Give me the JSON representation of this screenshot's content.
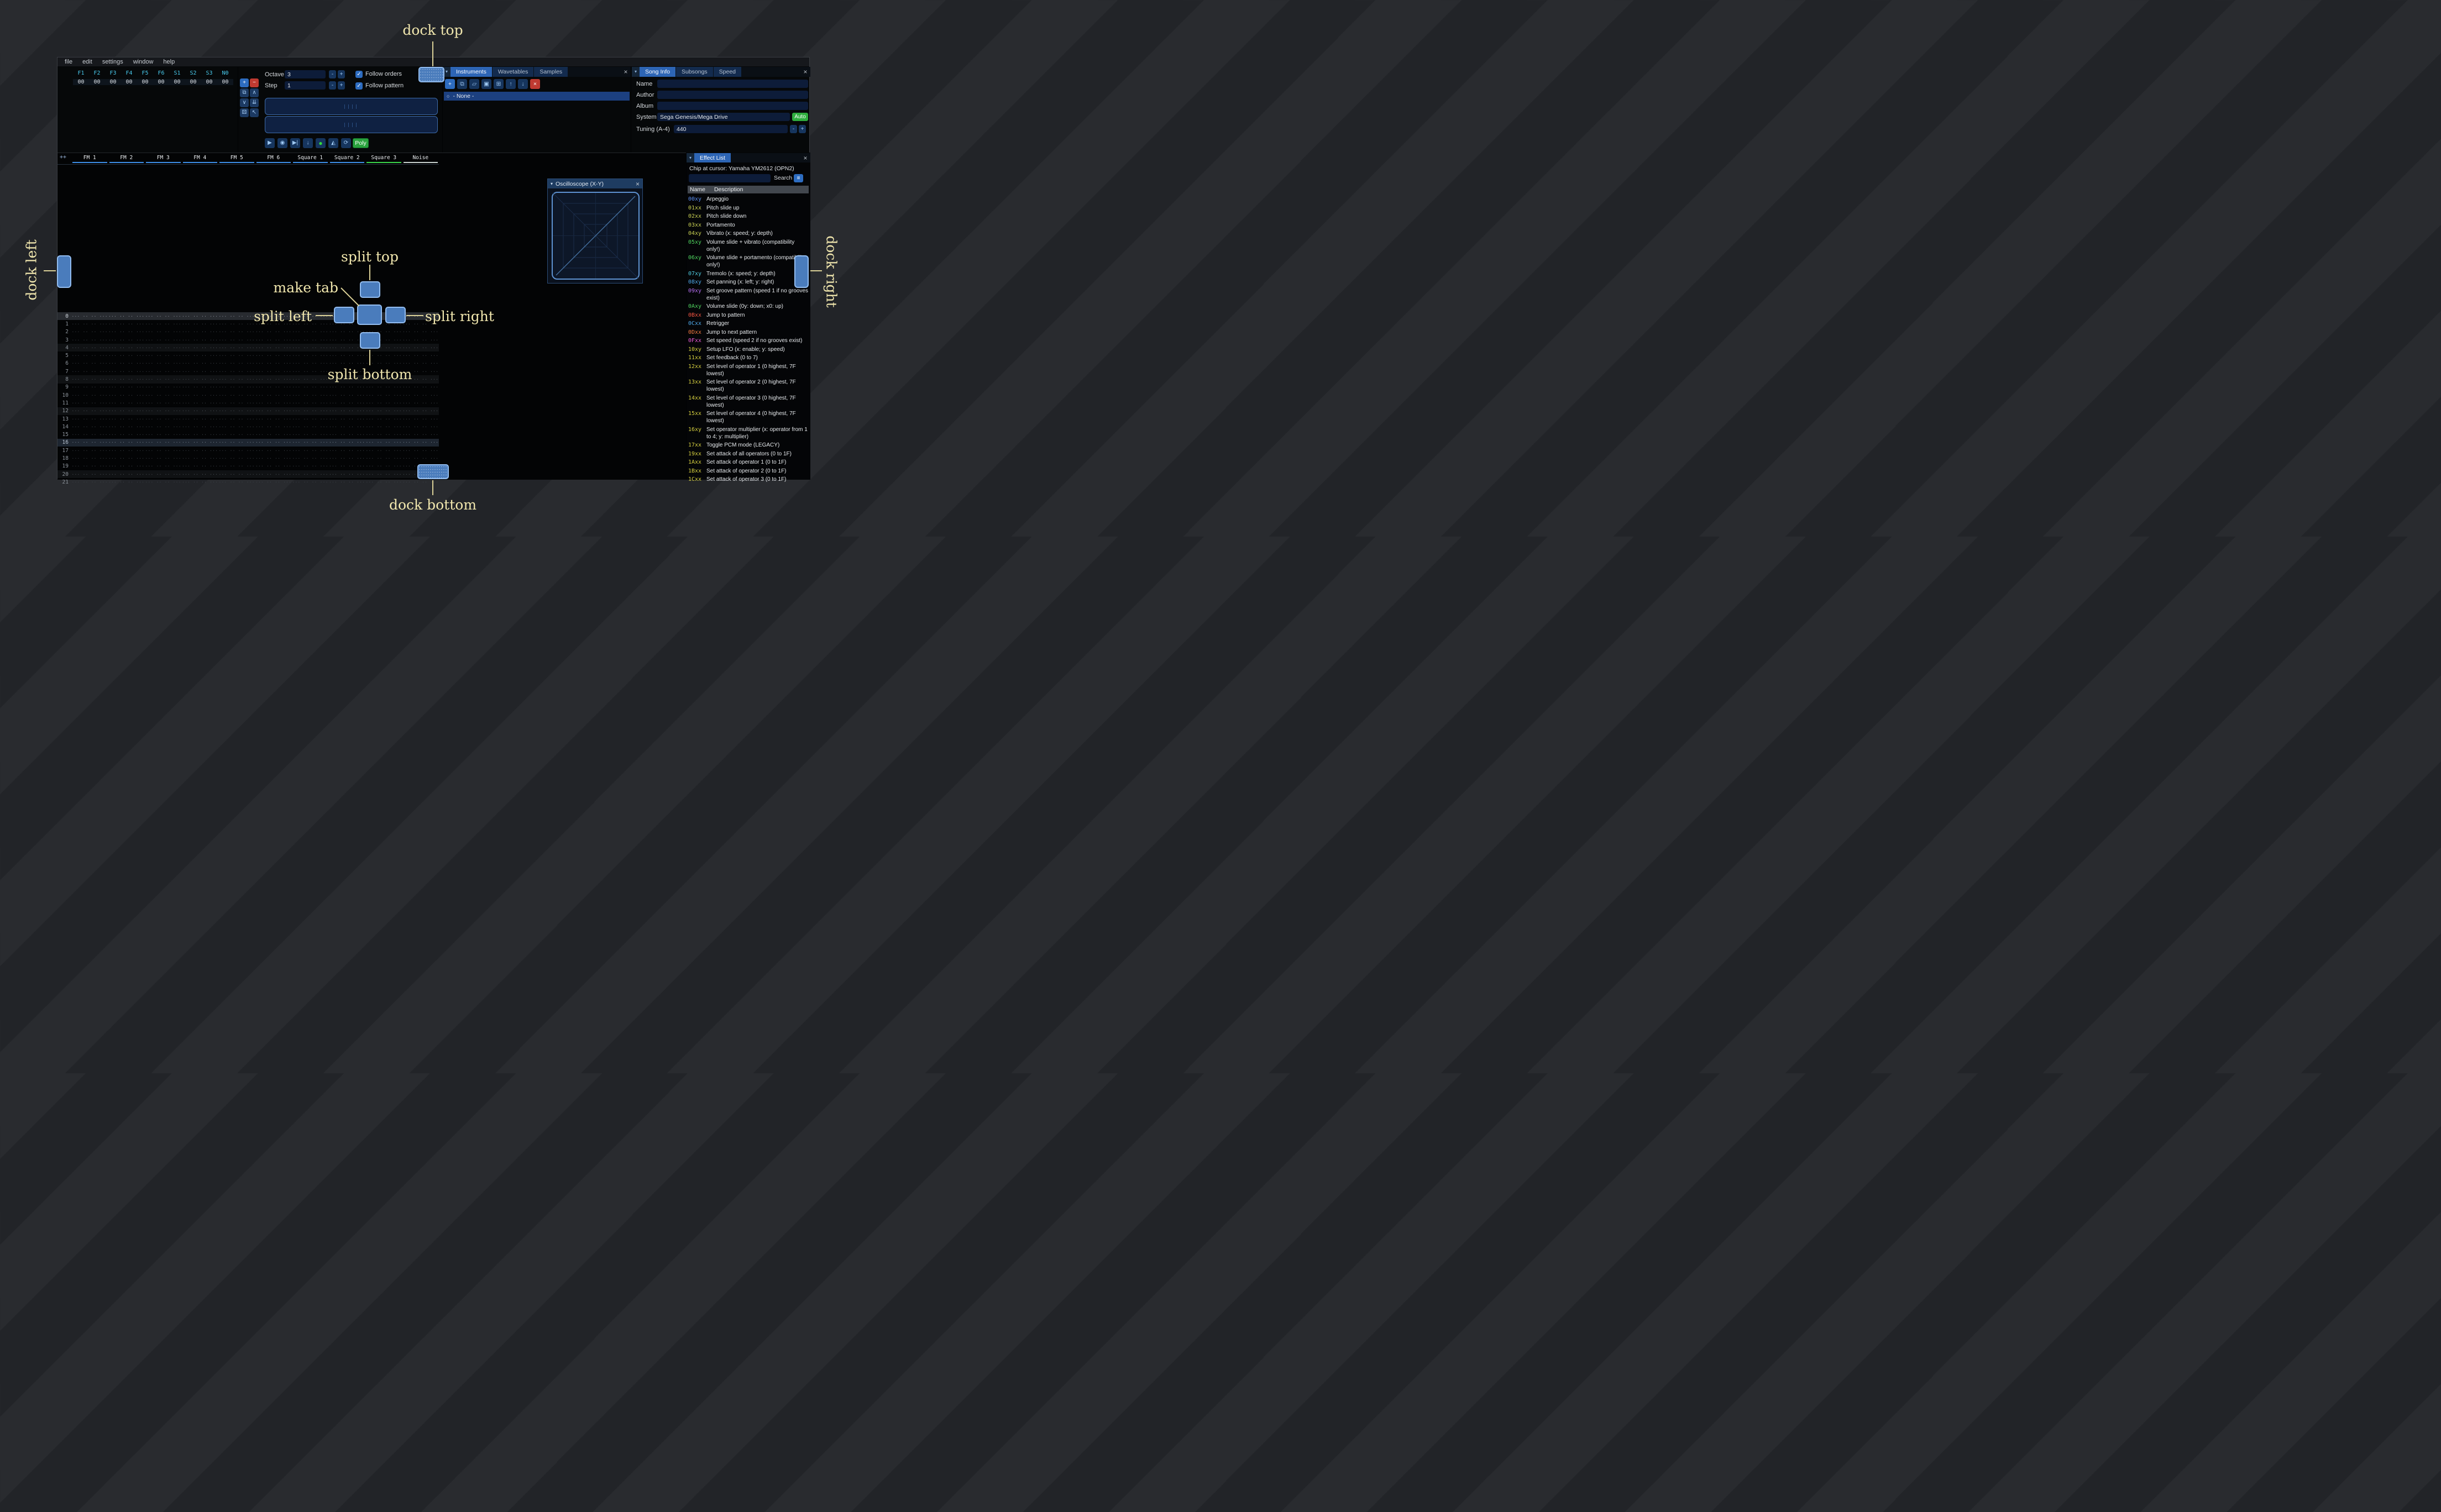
{
  "colors": {
    "accent": "#2d65b5",
    "button_blue": "#2d6cc0",
    "danger_red": "#bf3a31",
    "auto_green": "#2fae3e",
    "record_green": "#35d93c",
    "dock_highlight": "#4a7cbc",
    "annotation_yellow": "#f1e7ae"
  },
  "icons": {
    "collapse": "▾",
    "close": "×",
    "menu": "≡",
    "radio": "○",
    "check": "✓"
  },
  "annotations": {
    "dock_top": "dock top",
    "dock_bottom": "dock bottom",
    "dock_left": "dock left",
    "dock_right": "dock right",
    "split_top": "split top",
    "split_bottom": "split bottom",
    "split_left": "split left",
    "split_right": "split right",
    "make_tab": "make tab"
  },
  "window": {
    "menu": [
      "file",
      "edit",
      "settings",
      "window",
      "help"
    ]
  },
  "orders": {
    "channels": [
      "F1",
      "F2",
      "F3",
      "F4",
      "F5",
      "F6",
      "S1",
      "S2",
      "S3",
      "N0"
    ],
    "row": [
      "00",
      "00",
      "00",
      "00",
      "00",
      "00",
      "00",
      "00",
      "00",
      "00"
    ],
    "buttons": [
      {
        "name": "add",
        "glyph": "+",
        "variant": "accent"
      },
      {
        "name": "remove",
        "glyph": "−",
        "variant": "danger"
      },
      {
        "name": "duplicate",
        "glyph": "⧉",
        "variant": ""
      },
      {
        "name": "move-up",
        "glyph": "∧",
        "variant": ""
      },
      {
        "name": "move-down",
        "glyph": "∨",
        "variant": ""
      },
      {
        "name": "duplicate-to-end",
        "glyph": "⇊",
        "variant": ""
      },
      {
        "name": "playback-mode",
        "glyph": "⚄",
        "variant": ""
      },
      {
        "name": "edit-mode",
        "glyph": "↖",
        "variant": ""
      }
    ]
  },
  "controls": {
    "octave_label": "Octave",
    "octave_value": "3",
    "step_label": "Step",
    "step_value": "1",
    "minus": "-",
    "plus": "+",
    "follow_orders": "Follow orders",
    "follow_pattern": "Follow pattern",
    "poly": "Poly",
    "transport": [
      {
        "name": "play",
        "glyph": "▶",
        "color": ""
      },
      {
        "name": "play-pattern",
        "glyph": "◉",
        "color": ""
      },
      {
        "name": "play-row",
        "glyph": "▶|",
        "color": ""
      },
      {
        "name": "step-down",
        "glyph": "↓",
        "color": ""
      },
      {
        "name": "record",
        "glyph": "●",
        "color": "#35d93c"
      },
      {
        "name": "metronome",
        "glyph": "◭",
        "color": ""
      },
      {
        "name": "repeat-pattern",
        "glyph": "⟳",
        "color": ""
      }
    ]
  },
  "instruments": {
    "tabs": [
      "Instruments",
      "Wavetables",
      "Samples"
    ],
    "toolbar": [
      {
        "name": "add",
        "glyph": "+",
        "variant": "accent"
      },
      {
        "name": "duplicate",
        "glyph": "⧉",
        "variant": ""
      },
      {
        "name": "open",
        "glyph": "▱",
        "variant": ""
      },
      {
        "name": "save",
        "glyph": "▣",
        "variant": ""
      },
      {
        "name": "toggle-folders",
        "glyph": "⊞",
        "variant": ""
      },
      {
        "name": "move-up",
        "glyph": "↑",
        "variant": ""
      },
      {
        "name": "move-down",
        "glyph": "↓",
        "variant": ""
      },
      {
        "name": "delete",
        "glyph": "×",
        "variant": "danger"
      }
    ],
    "item": "- None -"
  },
  "song_info": {
    "tabs": [
      "Song Info",
      "Subsongs",
      "Speed"
    ],
    "name_label": "Name",
    "author_label": "Author",
    "album_label": "Album",
    "system_label": "System",
    "system_value": "Sega Genesis/Mega Drive",
    "auto_label": "Auto",
    "tuning_label": "Tuning (A-4)",
    "tuning_value": "440",
    "minus": "-",
    "plus": "+"
  },
  "pattern": {
    "corner": "++",
    "visible_rows": 22,
    "empty_row": "··· ·· ·· ···",
    "channels": [
      {
        "name": "FM 1",
        "color": "#3d8fe8"
      },
      {
        "name": "FM 2",
        "color": "#3d8fe8"
      },
      {
        "name": "FM 3",
        "color": "#3d8fe8"
      },
      {
        "name": "FM 4",
        "color": "#3d8fe8"
      },
      {
        "name": "FM 5",
        "color": "#3d8fe8"
      },
      {
        "name": "FM 6",
        "color": "#3d8fe8"
      },
      {
        "name": "Square 1",
        "color": "#3d8fe8"
      },
      {
        "name": "Square 2",
        "color": "#3d8fe8"
      },
      {
        "name": "Square 3",
        "color": "#3bd64a"
      },
      {
        "name": "Noise",
        "color": "#c9d2cf"
      }
    ]
  },
  "oscilloscope": {
    "title": "Oscilloscope (X-Y)"
  },
  "effects": {
    "title": "Effect List",
    "chip": "Chip at cursor: Yamaha YM2612 (OPN2)",
    "search": "Search",
    "name_header": "Name",
    "desc_header": "Description",
    "list": [
      {
        "code": "00xy",
        "color": "#5b8ef0",
        "desc": "Arpeggio"
      },
      {
        "code": "01xx",
        "color": "#c7cf52",
        "desc": "Pitch slide up"
      },
      {
        "code": "02xx",
        "color": "#c7cf52",
        "desc": "Pitch slide down"
      },
      {
        "code": "03xx",
        "color": "#c7cf52",
        "desc": "Portamento"
      },
      {
        "code": "04xy",
        "color": "#c7cf52",
        "desc": "Vibrato (x: speed; y: depth)"
      },
      {
        "code": "05xy",
        "color": "#4fd45f",
        "desc": "Volume slide + vibrato (compatibility only!)"
      },
      {
        "code": "06xy",
        "color": "#4fd45f",
        "desc": "Volume slide + portamento (compatibility only!)"
      },
      {
        "code": "07xy",
        "color": "#4ecadf",
        "desc": "Tremolo (x: speed; y: depth)"
      },
      {
        "code": "08xy",
        "color": "#4ea8e8",
        "desc": "Set panning (x: left; y: right)"
      },
      {
        "code": "09xy",
        "color": "#b46ef0",
        "desc": "Set groove pattern (speed 1 if no grooves exist)"
      },
      {
        "code": "0Axy",
        "color": "#4fd45f",
        "desc": "Volume slide (0y: down; x0: up)"
      },
      {
        "code": "0Bxx",
        "color": "#f25441",
        "desc": "Jump to pattern"
      },
      {
        "code": "0Cxx",
        "color": "#4ea8e8",
        "desc": "Retrigger"
      },
      {
        "code": "0Dxx",
        "color": "#f27a41",
        "desc": "Jump to next pattern"
      },
      {
        "code": "0Fxx",
        "color": "#e95ad4",
        "desc": "Set speed (speed 2 if no grooves exist)"
      },
      {
        "code": "10xy",
        "color": "#d5cf3f",
        "desc": "Setup LFO (x: enable; y: speed)"
      },
      {
        "code": "11xx",
        "color": "#d5cf3f",
        "desc": "Set feedback (0 to 7)"
      },
      {
        "code": "12xx",
        "color": "#d5cf3f",
        "desc": "Set level of operator 1 (0 highest, 7F lowest)"
      },
      {
        "code": "13xx",
        "color": "#d5cf3f",
        "desc": "Set level of operator 2 (0 highest, 7F lowest)"
      },
      {
        "code": "14xx",
        "color": "#d5cf3f",
        "desc": "Set level of operator 3 (0 highest, 7F lowest)"
      },
      {
        "code": "15xx",
        "color": "#d5cf3f",
        "desc": "Set level of operator 4 (0 highest, 7F lowest)"
      },
      {
        "code": "16xy",
        "color": "#d5cf3f",
        "desc": "Set operator multiplier (x: operator from 1 to 4; y: multiplier)"
      },
      {
        "code": "17xx",
        "color": "#d5cf3f",
        "desc": "Toggle PCM mode (LEGACY)"
      },
      {
        "code": "19xx",
        "color": "#d5cf3f",
        "desc": "Set attack of all operators (0 to 1F)"
      },
      {
        "code": "1Axx",
        "color": "#d5cf3f",
        "desc": "Set attack of operator 1 (0 to 1F)"
      },
      {
        "code": "1Bxx",
        "color": "#d5cf3f",
        "desc": "Set attack of operator 2 (0 to 1F)"
      },
      {
        "code": "1Cxx",
        "color": "#d5cf3f",
        "desc": "Set attack of operator 3 (0 to 1F)"
      }
    ]
  }
}
